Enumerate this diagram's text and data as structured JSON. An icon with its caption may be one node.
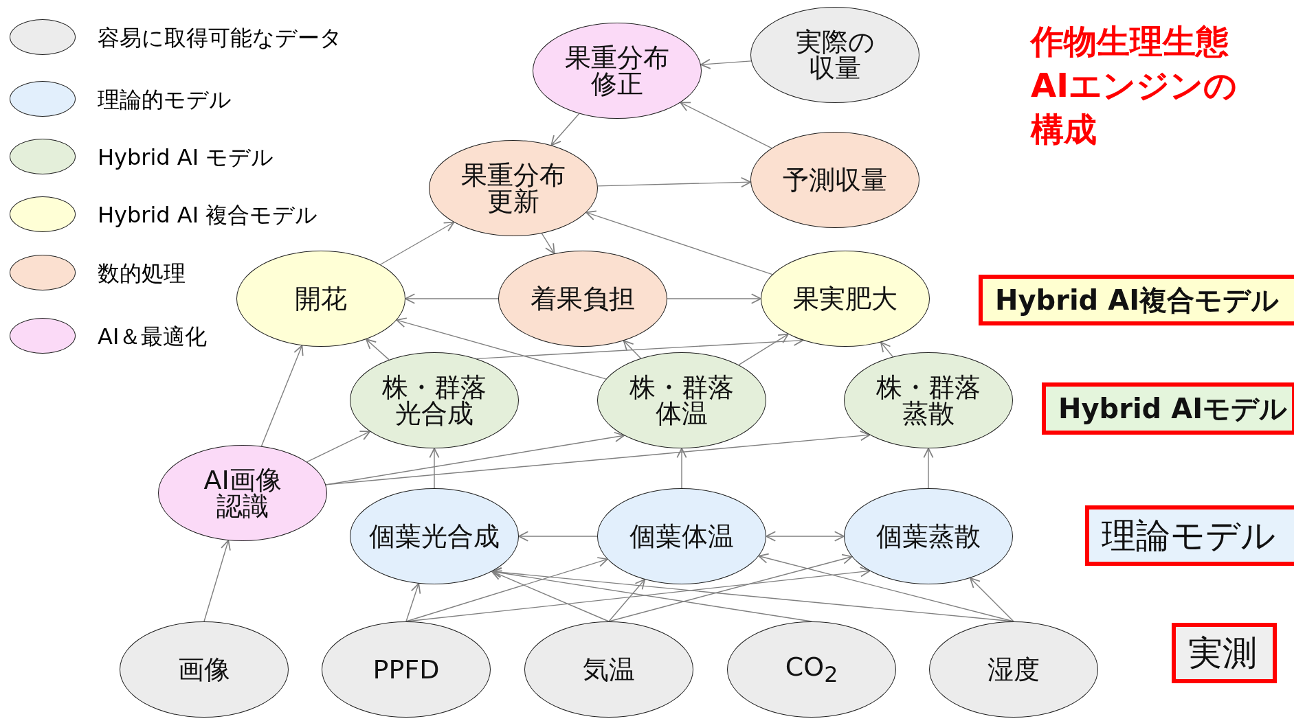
{
  "diagram": {
    "title": "作物生理生態AIエンジンの構成",
    "nodes": [
      {
        "text": [
          "果重分布修正"
        ]
      },
      {
        "text": [
          "実際の収量"
        ]
      },
      {
        "text": [
          "果重分布更新"
        ]
      },
      {
        "text": [
          "予測収量"
        ]
      },
      {
        "text": [
          "開花"
        ]
      },
      {
        "text": [
          "着果負担"
        ]
      },
      {
        "text": [
          "果実肥大"
        ]
      },
      {
        "text": [
          "株・群落光合成"
        ]
      },
      {
        "text": [
          "株・群落体温"
        ]
      },
      {
        "text": [
          "株・群落蒸散"
        ]
      },
      {
        "text": [
          "AI画像認識"
        ]
      },
      {
        "text": [
          "個葉光合成"
        ]
      },
      {
        "text": [
          "個葉体温"
        ]
      },
      {
        "text": [
          "個葉蒸散"
        ]
      },
      {
        "text": [
          "画像"
        ]
      },
      {
        "text": [
          "PPFD"
        ]
      },
      {
        "text": [
          "気温"
        ]
      },
      {
        "text": [
          "CO$_{2}$"
        ]
      },
      {
        "text": [
          "湿度"
        ]
      },
      {
        "text": [
          "Hybrid AI複合モデル"
        ]
      },
      {
        "text": [
          "Hybrid AIモデル"
        ]
      },
      {
        "text": [
          "理論モデル"
        ]
      },
      {
        "text": [
          "実測"
        ]
      }
    ],
    "edges": [
      {
        "from": 1,
        "to": 0,
        "arrow": "to"
      },
      {
        "from": 3,
        "to": 0,
        "arrow": "to"
      },
      {
        "from": 0,
        "to": 2,
        "arrow": "to"
      },
      {
        "from": 2,
        "to": 3,
        "arrow": "to"
      },
      {
        "from": 6,
        "to": 2,
        "arrow": "to"
      },
      {
        "from": 4,
        "to": 2,
        "arrow": "to"
      },
      {
        "from": 2,
        "to": 5,
        "arrow": "to"
      },
      {
        "from": 5,
        "to": 4,
        "arrow": "to"
      },
      {
        "from": 5,
        "to": 6,
        "arrow": "to"
      },
      {
        "from": 8,
        "to": 4,
        "arrow": "to"
      },
      {
        "from": 7,
        "to": 4,
        "arrow": "to"
      },
      {
        "from": 8,
        "to": 5,
        "arrow": "to"
      },
      {
        "from": 8,
        "to": 6,
        "arrow": "to"
      },
      {
        "from": 7,
        "to": 6,
        "arrow": "to"
      },
      {
        "from": 9,
        "to": 6,
        "arrow": "to"
      },
      {
        "from": 10,
        "to": 4,
        "arrow": "to"
      },
      {
        "from": 10,
        "to": 7,
        "arrow": "to"
      },
      {
        "from": 10,
        "to": 8,
        "arrow": "to"
      },
      {
        "from": 10,
        "to": 9,
        "arrow": "to"
      },
      {
        "from": 11,
        "to": 7,
        "arrow": "to"
      },
      {
        "from": 12,
        "to": 8,
        "arrow": "to"
      },
      {
        "from": 13,
        "to": 9,
        "arrow": "to"
      },
      {
        "from": 12,
        "to": 11,
        "arrow": "to"
      },
      {
        "from": 12,
        "to": 13,
        "arrow": "both"
      },
      {
        "from": 14,
        "to": 10,
        "arrow": "to"
      },
      {
        "from": 15,
        "to": 11,
        "arrow": "to"
      },
      {
        "from": 15,
        "to": 12,
        "arrow": "to"
      },
      {
        "from": 15,
        "to": 13,
        "arrow": "to"
      },
      {
        "from": 16,
        "to": 11,
        "arrow": "to"
      },
      {
        "from": 16,
        "to": 12,
        "arrow": "to"
      },
      {
        "from": 16,
        "to": 13,
        "arrow": "to"
      },
      {
        "from": 17,
        "to": 11,
        "arrow": "to"
      },
      {
        "from": 18,
        "to": 11,
        "arrow": "to"
      },
      {
        "from": 18,
        "to": 12,
        "arrow": "to"
      },
      {
        "from": 18,
        "to": 13,
        "arrow": "to"
      }
    ],
    "legend": [
      {
        "text": "容易に取得可能なデータ",
        "color": "#ececec"
      },
      {
        "text": "理論的モデル",
        "color": "#e2effc"
      },
      {
        "text": "Hybrid AI モデル",
        "color": "#e4efda"
      },
      {
        "text": "Hybrid AI 複合モデル",
        "color": "#ffffd6"
      },
      {
        "text": "数的処理",
        "color": "#fbe0d0"
      },
      {
        "text": "AI＆最適化",
        "color": "#fbdaf7"
      }
    ]
  }
}
